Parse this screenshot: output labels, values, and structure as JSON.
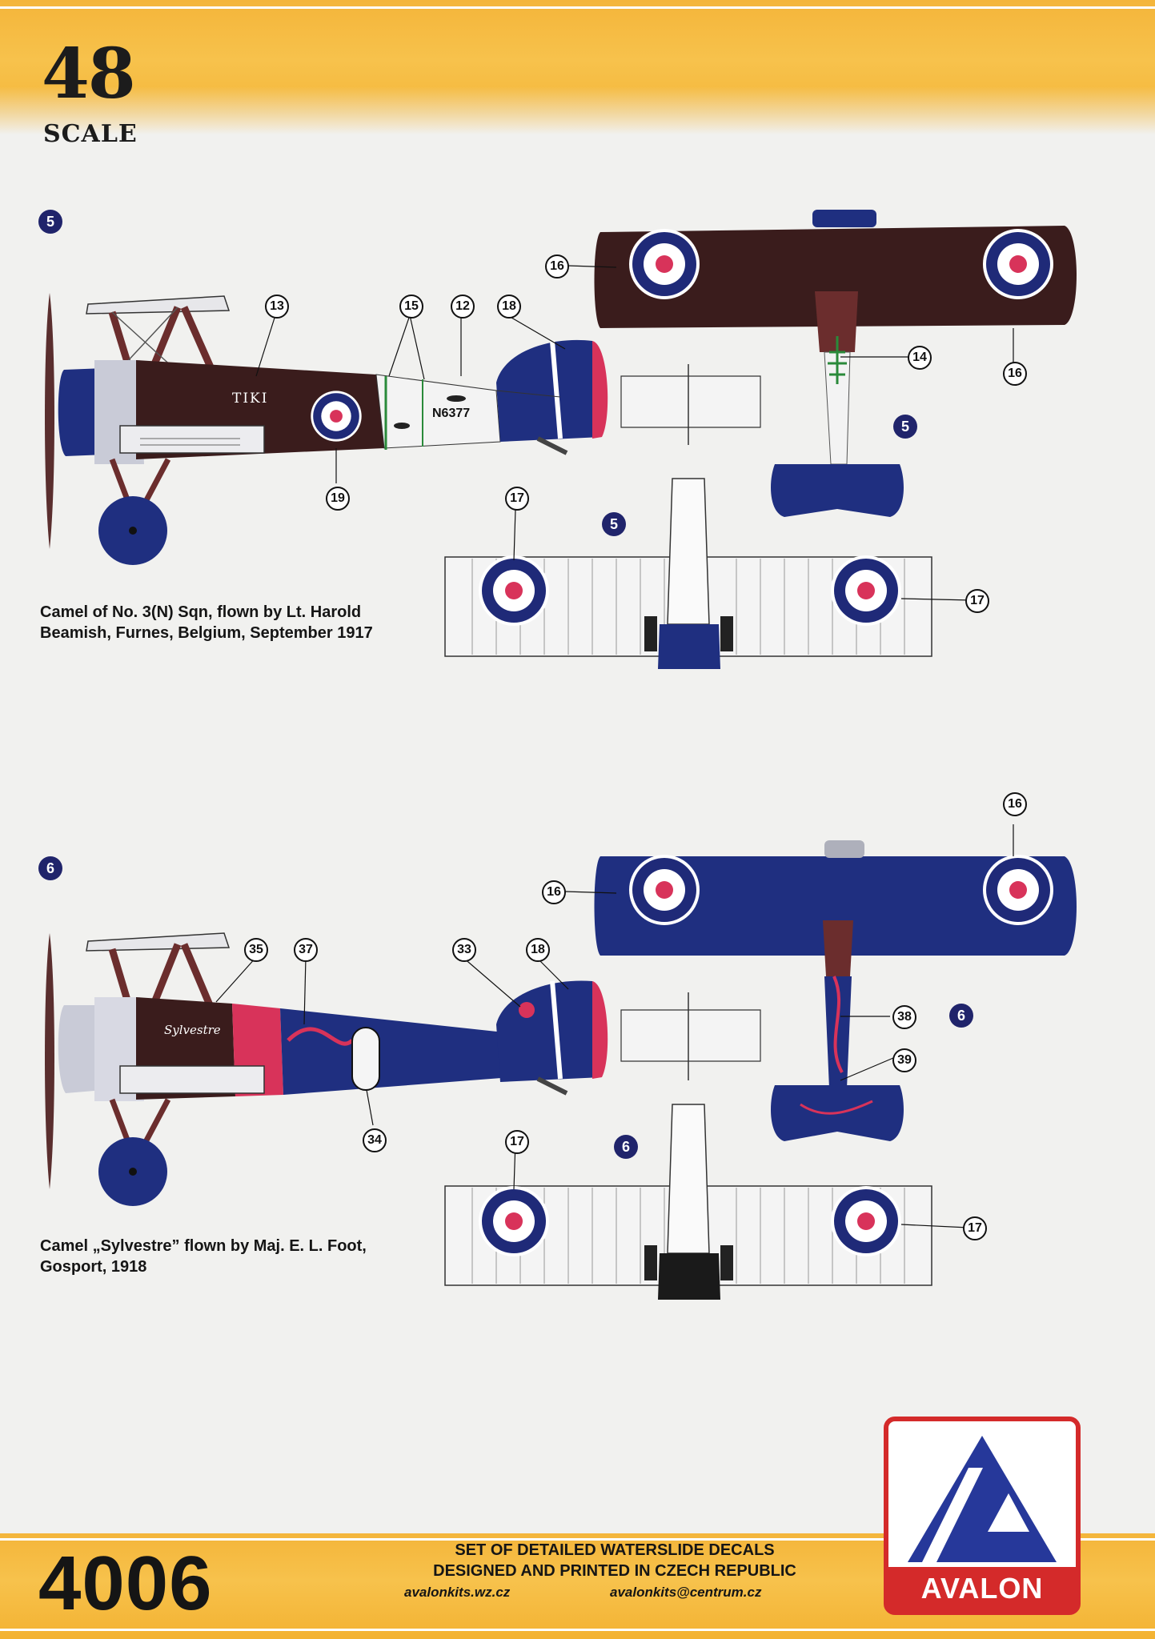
{
  "header": {
    "scale_number": "48",
    "scale_word": "SCALE"
  },
  "profiles": [
    {
      "id": "5",
      "caption_line1": "Camel of No. 3(N) Sqn, flown by Lt. Harold",
      "caption_line2": "Beamish, Furnes, Belgium, September 1917",
      "fuselage_name": "TIKI",
      "serial": "N6377",
      "callouts": [
        "13",
        "15",
        "12",
        "18",
        "19",
        "16",
        "14",
        "16",
        "17",
        "17"
      ],
      "markers": [
        "5",
        "5",
        "5"
      ]
    },
    {
      "id": "6",
      "caption_line1": "Camel „Sylvestre” flown by Maj. E. L. Foot,",
      "caption_line2": "Gosport, 1918",
      "fuselage_name": "Sylvestre",
      "callouts": [
        "35",
        "37",
        "33",
        "18",
        "34",
        "16",
        "16",
        "38",
        "39",
        "17",
        "17"
      ],
      "markers": [
        "6",
        "6",
        "6"
      ]
    }
  ],
  "footer": {
    "code": "4006",
    "tagline1": "SET OF DETAILED WATERSLIDE DECALS",
    "tagline2": "DESIGNED AND PRINTED IN CZECH REPUBLIC",
    "website": "avalonkits.wz.cz",
    "email": "avalonkits@centrum.cz",
    "brand": "AVALON"
  },
  "colors": {
    "header_band": "#f5bb40",
    "roundel_blue": "#1f2a78",
    "roundel_red": "#d8335a",
    "dark_brown": "#3a1c1c",
    "navy": "#1f2f80",
    "logo_red": "#d42a2a",
    "logo_blue": "#26389a"
  }
}
